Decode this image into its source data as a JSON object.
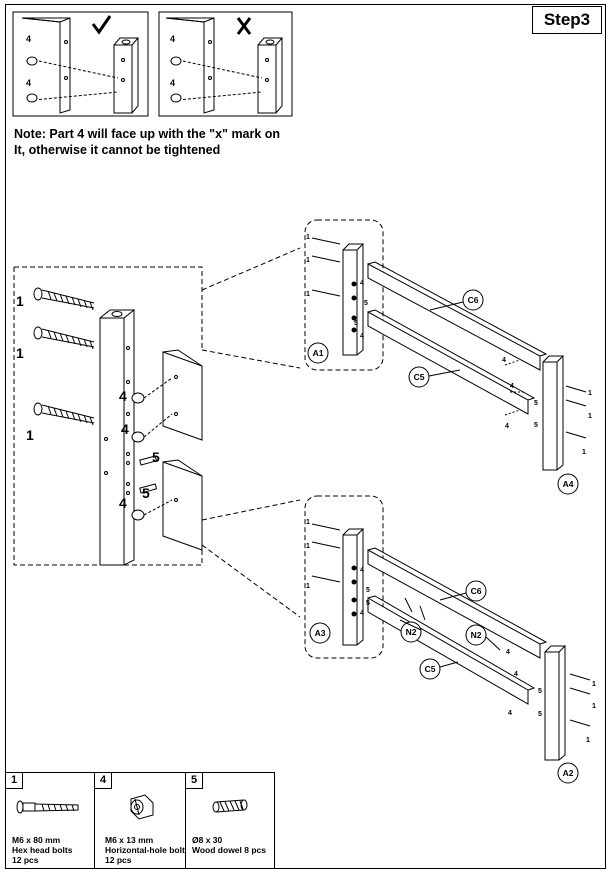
{
  "step_label": "Step3",
  "note": {
    "line1": "Note: Part 4 will face up with the \"x\" mark on",
    "line2": "It, otherwise it cannot be tightened"
  },
  "icons": {
    "correct": "check-mark-icon",
    "wrong": "cross-mark-icon"
  },
  "callouts": {
    "part1": "1",
    "part4": "4",
    "part5": "5",
    "A1": "A1",
    "A2": "A2",
    "A3": "A3",
    "A4": "A4",
    "C5": "C5",
    "C6": "C6",
    "N2": "N2"
  },
  "parts": [
    {
      "number": "1",
      "size": "M6 x 80 mm",
      "name": "Hex head bolts",
      "qty": "12 pcs",
      "icon": "hex-bolt-icon"
    },
    {
      "number": "4",
      "size": "M6 x 13 mm",
      "name": "Horizontal-hole bolt",
      "qty": "12 pcs",
      "icon": "barrel-nut-icon"
    },
    {
      "number": "5",
      "size": "Ø8 x 30",
      "name": "Wood dowel 8 pcs",
      "qty": "",
      "icon": "wood-dowel-icon"
    }
  ]
}
